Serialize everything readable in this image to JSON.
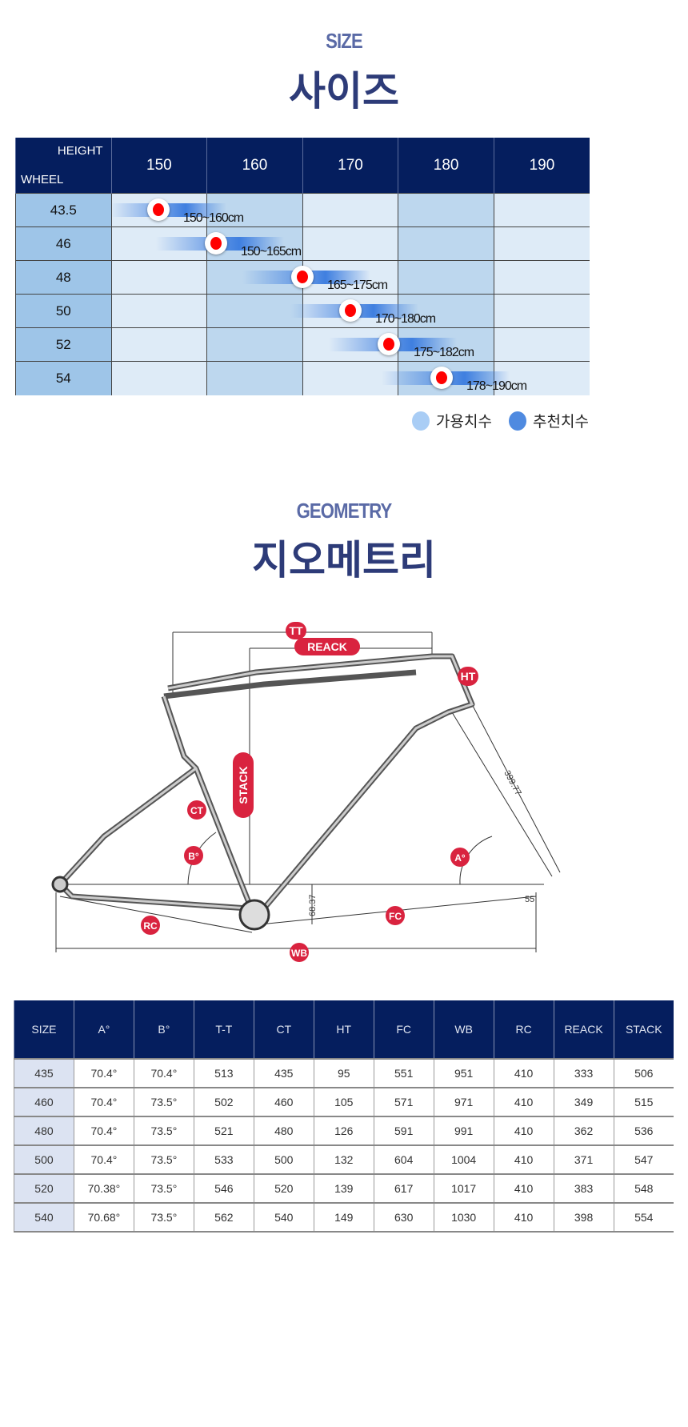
{
  "size_section": {
    "title_en": "SIZE",
    "title_ko": "사이즈"
  },
  "size_table": {
    "corner_top": "HEIGHT",
    "corner_bottom": "WHEEL",
    "heights": [
      "150",
      "160",
      "170",
      "180",
      "190"
    ],
    "rows": [
      {
        "wheel": "43.5",
        "range": "150~160cm",
        "recommended_cm": 150
      },
      {
        "wheel": "46",
        "range": "150~165cm",
        "recommended_cm": 156
      },
      {
        "wheel": "48",
        "range": "165~175cm",
        "recommended_cm": 165
      },
      {
        "wheel": "50",
        "range": "170~180cm",
        "recommended_cm": 170
      },
      {
        "wheel": "52",
        "range": "175~182cm",
        "recommended_cm": 174
      },
      {
        "wheel": "54",
        "range": "178~190cm",
        "recommended_cm": 179.5
      }
    ]
  },
  "legend": {
    "available": "가용치수",
    "recommended": "추천치수",
    "available_color": "#a9cdf5",
    "recommended_color": "#4f8ae0"
  },
  "geometry_section": {
    "title_en": "GEOMETRY",
    "title_ko": "지오메트리"
  },
  "diagram_labels": {
    "tt": "TT",
    "reack": "REACK",
    "ht": "HT",
    "fork": "399.77",
    "stack": "STACK",
    "ct": "CT",
    "b": "B°",
    "a": "A°",
    "bb_drop": "68.37",
    "axle": "55",
    "rc": "RC",
    "fc": "FC",
    "wb": "WB"
  },
  "geo_table": {
    "headers": [
      "SIZE",
      "A°",
      "B°",
      "T-T",
      "CT",
      "HT",
      "FC",
      "WB",
      "RC",
      "REACK",
      "STACK"
    ],
    "rows": [
      [
        "435",
        "70.4°",
        "70.4°",
        "513",
        "435",
        "95",
        "551",
        "951",
        "410",
        "333",
        "506"
      ],
      [
        "460",
        "70.4°",
        "73.5°",
        "502",
        "460",
        "105",
        "571",
        "971",
        "410",
        "349",
        "515"
      ],
      [
        "480",
        "70.4°",
        "73.5°",
        "521",
        "480",
        "126",
        "591",
        "991",
        "410",
        "362",
        "536"
      ],
      [
        "500",
        "70.4°",
        "73.5°",
        "533",
        "500",
        "132",
        "604",
        "1004",
        "410",
        "371",
        "547"
      ],
      [
        "520",
        "70.38°",
        "73.5°",
        "546",
        "520",
        "139",
        "617",
        "1017",
        "410",
        "383",
        "548"
      ],
      [
        "540",
        "70.68°",
        "73.5°",
        "562",
        "540",
        "149",
        "630",
        "1030",
        "410",
        "398",
        "554"
      ]
    ]
  },
  "accent": "#051e5e",
  "badge_color": "#d9233f"
}
